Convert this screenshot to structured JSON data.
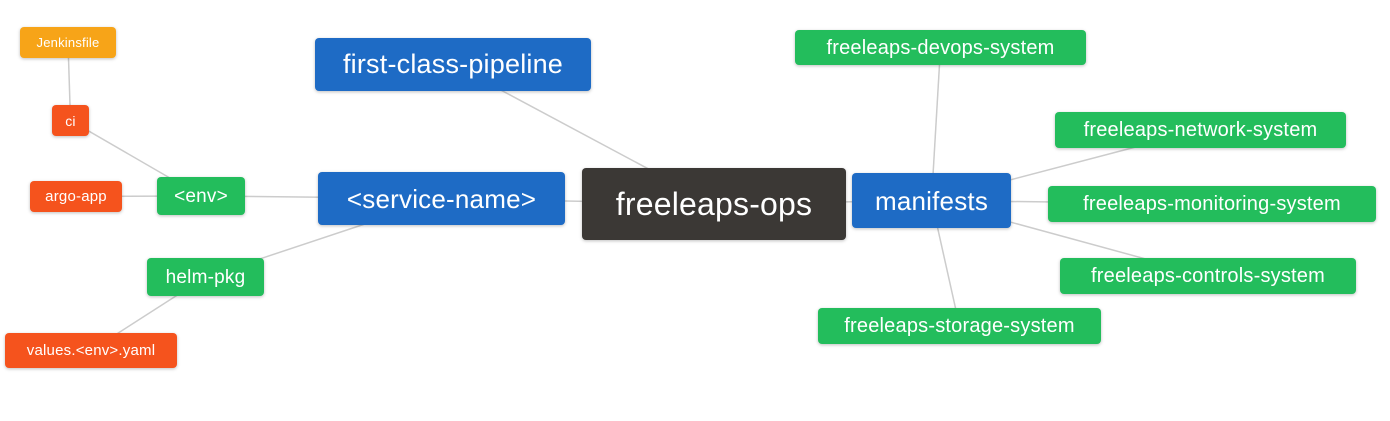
{
  "diagram": {
    "edge_color": "#cccccc",
    "colors": {
      "blue": "#1e6bc5",
      "green": "#23bd5c",
      "orange_red": "#f5531d",
      "amber": "#f7a418",
      "dark": "#3b3835"
    },
    "nodes": {
      "jenkinsfile": {
        "label": "Jenkinsfile",
        "color": "#f7a418"
      },
      "ci": {
        "label": "ci",
        "color": "#f5531d"
      },
      "argo_app": {
        "label": "argo-app",
        "color": "#f5531d"
      },
      "env": {
        "label": "<env>",
        "color": "#23bd5c"
      },
      "helm_pkg": {
        "label": "helm-pkg",
        "color": "#23bd5c"
      },
      "values_env_yaml": {
        "label": "values.<env>.yaml",
        "color": "#f5531d"
      },
      "first_class_pipeline": {
        "label": "first-class-pipeline",
        "color": "#1e6bc5"
      },
      "service_name": {
        "label": "<service-name>",
        "color": "#1e6bc5"
      },
      "freeleaps_ops": {
        "label": "freeleaps-ops",
        "color": "#3b3835"
      },
      "manifests": {
        "label": "manifests",
        "color": "#1e6bc5"
      },
      "devops_system": {
        "label": "freeleaps-devops-system",
        "color": "#23bd5c"
      },
      "network_system": {
        "label": "freeleaps-network-system",
        "color": "#23bd5c"
      },
      "monitoring_system": {
        "label": "freeleaps-monitoring-system",
        "color": "#23bd5c"
      },
      "controls_system": {
        "label": "freeleaps-controls-system",
        "color": "#23bd5c"
      },
      "storage_system": {
        "label": "freeleaps-storage-system",
        "color": "#23bd5c"
      }
    },
    "edges": [
      [
        "jenkinsfile",
        "ci"
      ],
      [
        "ci",
        "env"
      ],
      [
        "argo_app",
        "env"
      ],
      [
        "env",
        "service_name"
      ],
      [
        "helm_pkg",
        "service_name"
      ],
      [
        "values_env_yaml",
        "helm_pkg"
      ],
      [
        "first_class_pipeline",
        "freeleaps_ops"
      ],
      [
        "service_name",
        "freeleaps_ops"
      ],
      [
        "freeleaps_ops",
        "manifests"
      ],
      [
        "manifests",
        "devops_system"
      ],
      [
        "manifests",
        "network_system"
      ],
      [
        "manifests",
        "monitoring_system"
      ],
      [
        "manifests",
        "controls_system"
      ],
      [
        "manifests",
        "storage_system"
      ]
    ]
  }
}
